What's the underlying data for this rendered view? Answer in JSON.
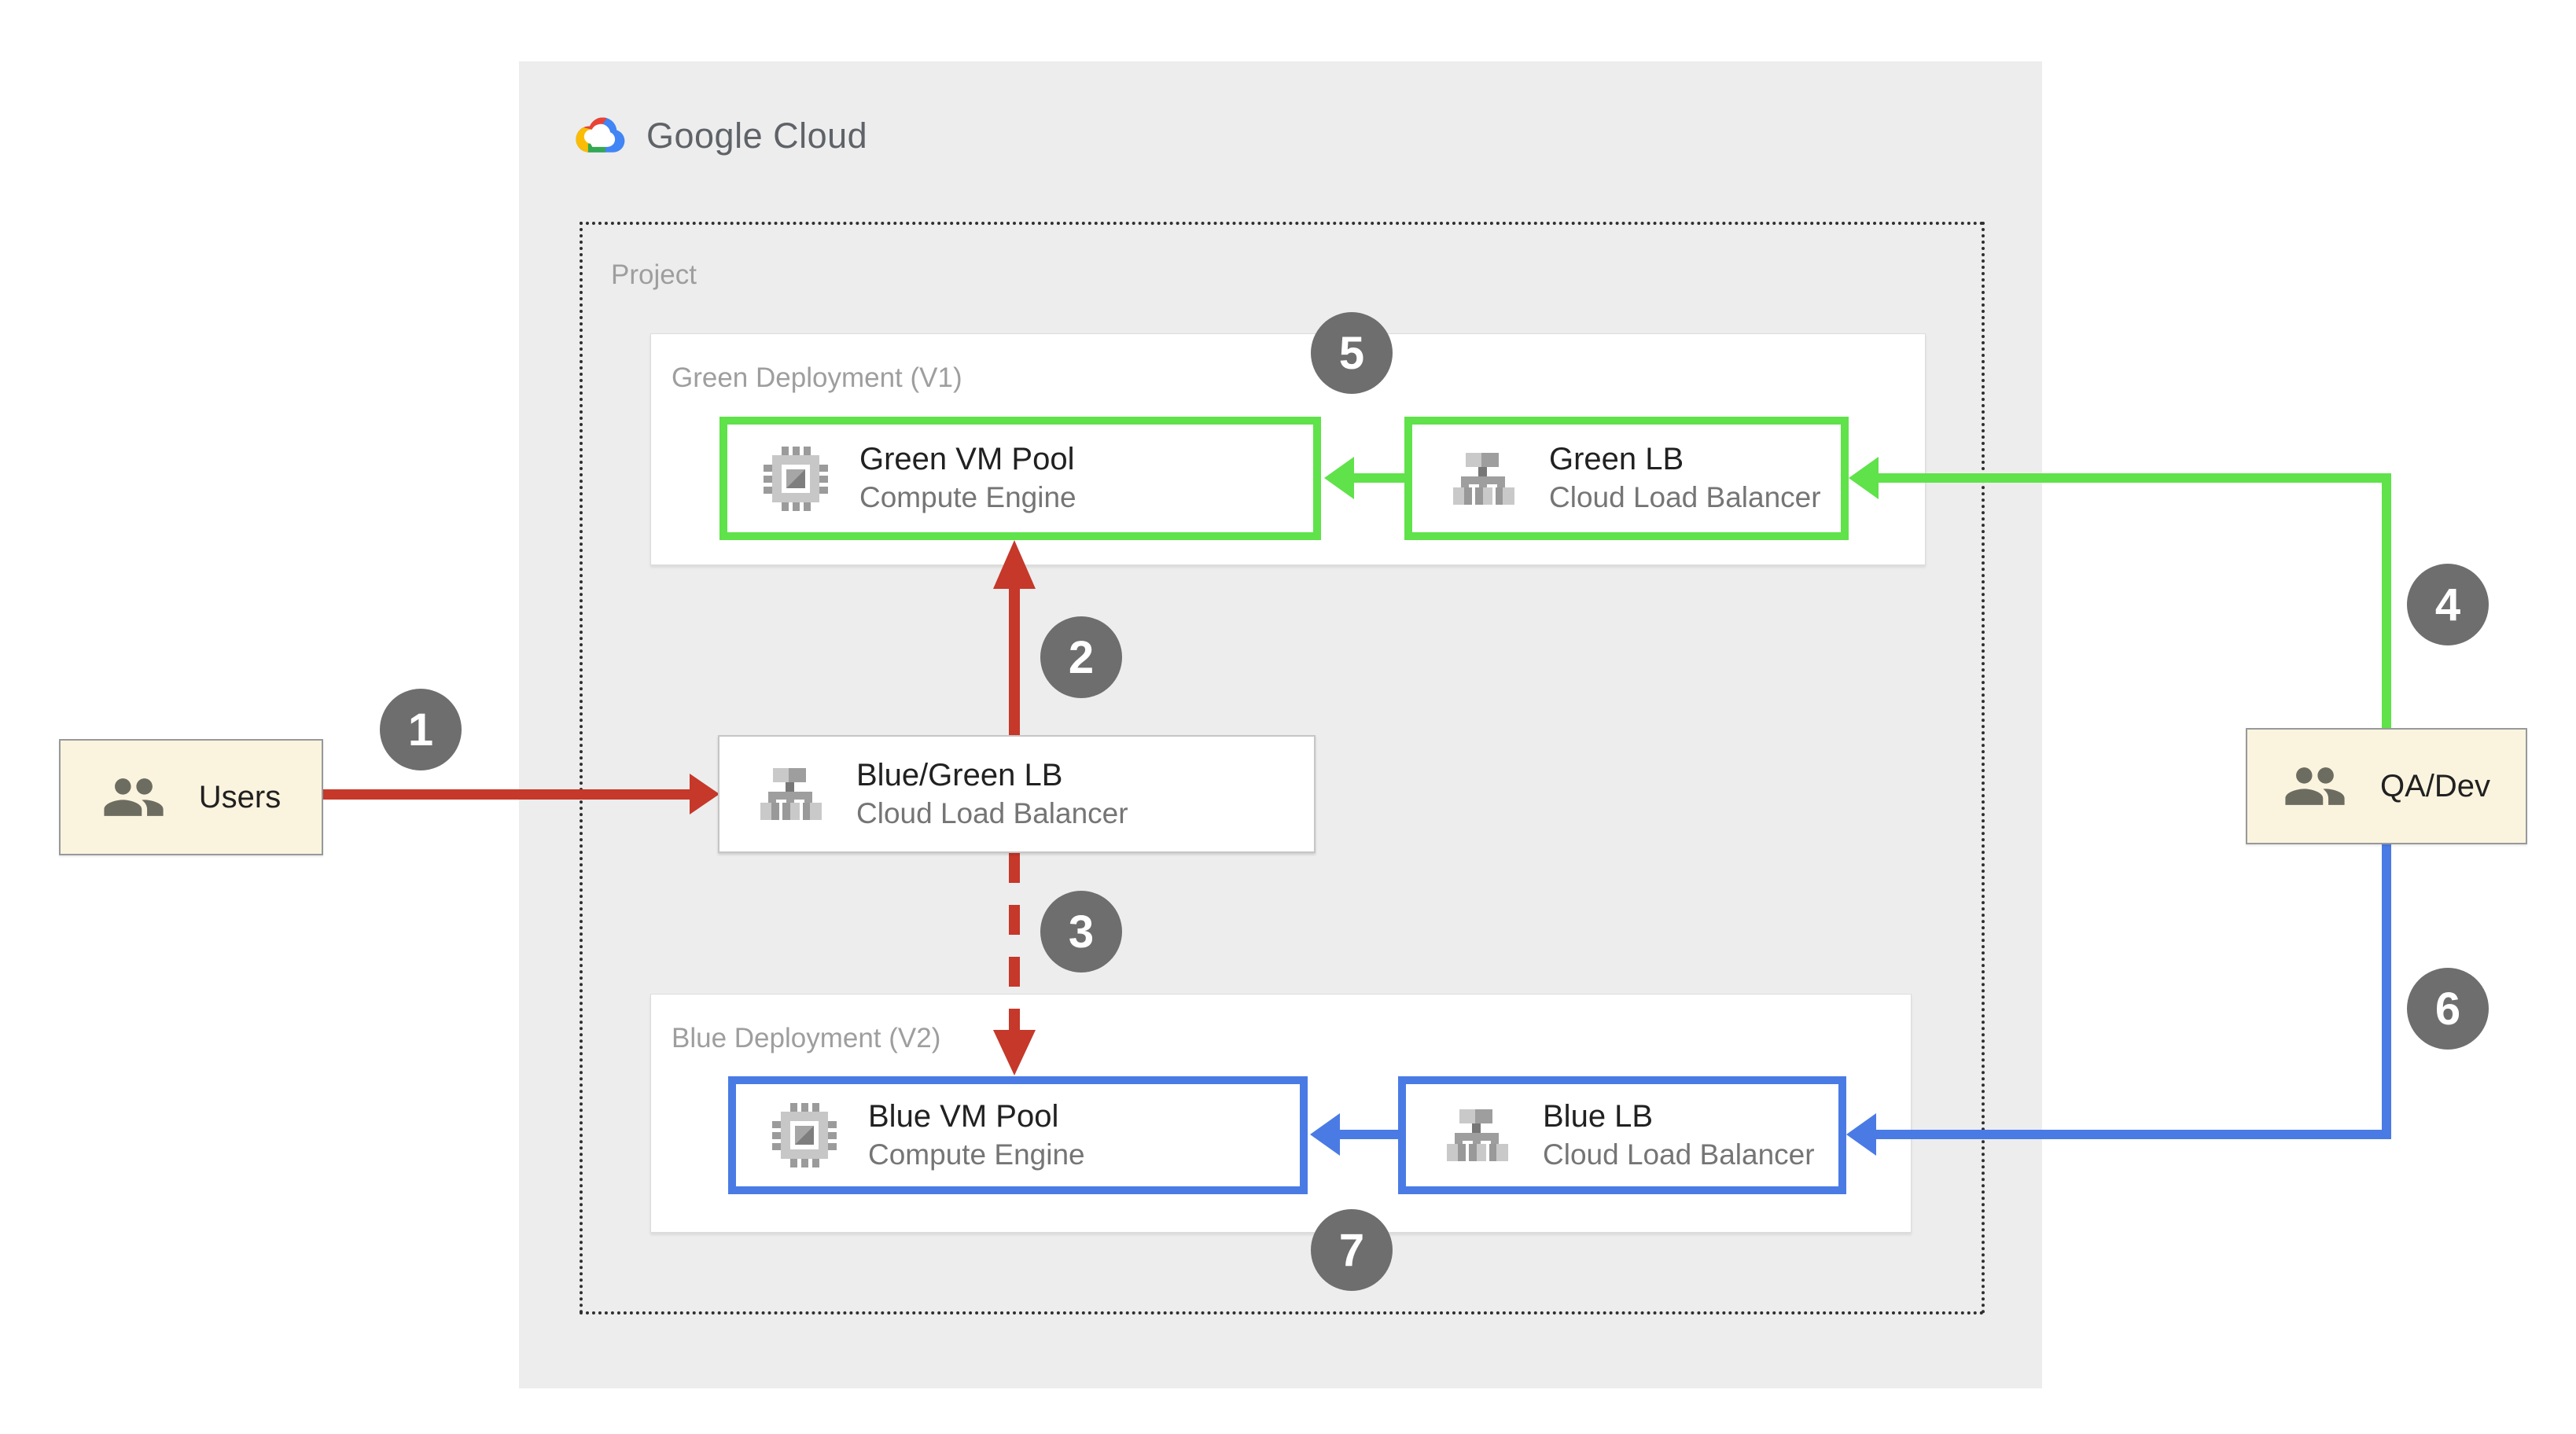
{
  "brand": {
    "logo_text": "Google Cloud"
  },
  "project": {
    "label": "Project"
  },
  "groups": {
    "green": {
      "title": "Green Deployment (V1)"
    },
    "blue": {
      "title": "Blue Deployment (V2)"
    }
  },
  "nodes": {
    "users": {
      "title": "Users",
      "icon": "people-icon"
    },
    "qadev": {
      "title": "QA/Dev",
      "icon": "people-icon"
    },
    "green_vm": {
      "title": "Green VM Pool",
      "subtitle": "Compute Engine",
      "icon": "compute-engine-icon"
    },
    "green_lb": {
      "title": "Green LB",
      "subtitle": "Cloud Load Balancer",
      "icon": "load-balancer-icon"
    },
    "bluegreen_lb": {
      "title": "Blue/Green LB",
      "subtitle": "Cloud Load Balancer",
      "icon": "load-balancer-icon"
    },
    "blue_vm": {
      "title": "Blue VM Pool",
      "subtitle": "Compute Engine",
      "icon": "compute-engine-icon"
    },
    "blue_lb": {
      "title": "Blue LB",
      "subtitle": "Cloud Load Balancer",
      "icon": "load-balancer-icon"
    }
  },
  "markers": [
    {
      "label": "1"
    },
    {
      "label": "2"
    },
    {
      "label": "3"
    },
    {
      "label": "4"
    },
    {
      "label": "5"
    },
    {
      "label": "6"
    },
    {
      "label": "7"
    }
  ],
  "flows": [
    {
      "step": "1",
      "from": "Users",
      "to": "Blue/Green LB",
      "color": "red",
      "style": "solid"
    },
    {
      "step": "2",
      "from": "Blue/Green LB",
      "to": "Green VM Pool",
      "color": "red",
      "style": "solid"
    },
    {
      "step": "3",
      "from": "Blue/Green LB",
      "to": "Blue VM Pool",
      "color": "red",
      "style": "dashed"
    },
    {
      "step": "4",
      "from": "QA/Dev",
      "to": "Green LB",
      "color": "green",
      "style": "solid"
    },
    {
      "step": "5",
      "from": "Green LB",
      "to": "Green VM Pool",
      "color": "green",
      "style": "solid"
    },
    {
      "step": "6",
      "from": "QA/Dev",
      "to": "Blue LB",
      "color": "blue",
      "style": "solid"
    },
    {
      "step": "7",
      "from": "Blue LB",
      "to": "Blue VM Pool",
      "color": "blue",
      "style": "solid"
    }
  ],
  "colors": {
    "red": "#C5382A",
    "green": "#5FE24A",
    "blue": "#4A7BE5",
    "marker_gray": "#6E6E6E",
    "canvas_gray": "#EDEDED",
    "actor_bg": "#FAF4DF",
    "logo_text_gray": "#5F6368"
  }
}
